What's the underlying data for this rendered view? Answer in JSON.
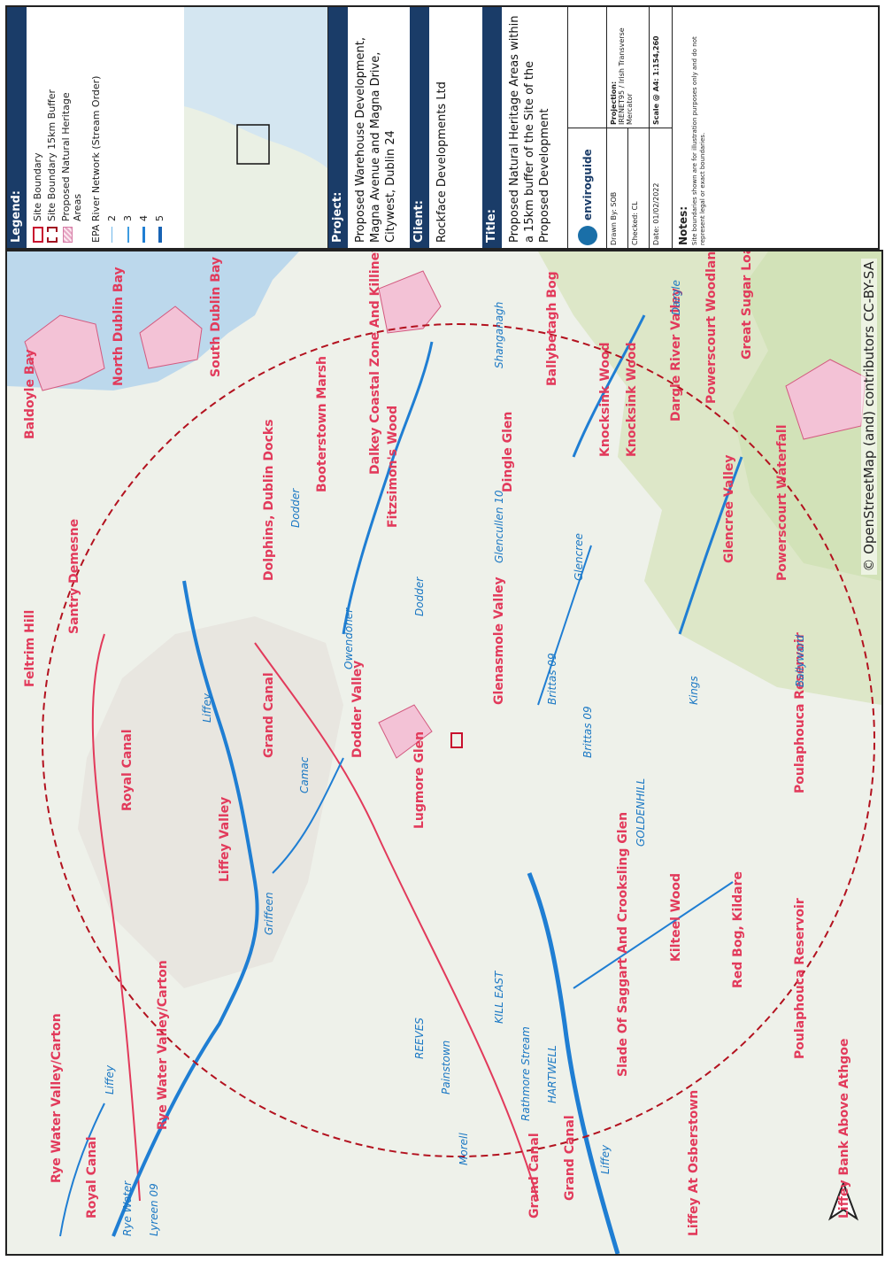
{
  "map": {
    "labels": {
      "rye_water_valley_carton_1": "Rye Water Valley/Carton",
      "rye_water_valley_carton_2": "Rye Water Valley/Carton",
      "royal_canal_1": "Royal Canal",
      "royal_canal_2": "Royal Canal",
      "liffey_valley": "Liffey Valley",
      "grand_canal_1": "Grand Canal",
      "grand_canal_2": "Grand Canal",
      "dodder_valley": "Dodder Valley",
      "lugmore_glen": "Lugmore Glen",
      "glenasmole_valley": "Glenasmole Valley",
      "dolphins_dublin_docks": "Dolphins, Dublin Docks",
      "booterstown_marsh": "Booterstown Marsh",
      "fitzsimons_wood": "Fitzsimon's Wood",
      "dalkey": "Dalkey Coastal Zone And Killiney Hill",
      "dingle_glen": "Dingle Glen",
      "ballybetagh_bog": "Ballybetagh Bog",
      "knocksink_wood": "Knocksink Wood",
      "kilmacanogue_wood": "Knocksink Wood",
      "dargle_river_valley": "Dargle River Valley",
      "powerscourt_woodland": "Powerscourt Woodland",
      "great_sugar_loaf": "Great Sugar Loaf",
      "powerscourt_waterfall": "Powerscourt Waterfall",
      "glencree_valley": "Glencree Valley",
      "santry_demesne": "Santry Demesne",
      "baldoyle_bay": "Baldoyle Bay",
      "north_dublin_bay": "North Dublin Bay",
      "south_dublin_bay": "South Dublin Bay",
      "slade_of_saggart": "Slade Of Saggart And Crooksling Glen",
      "kilteel_wood": "Kilteel Wood",
      "red_bog_kildare": "Red Bog, Kildare",
      "poulaphouca_reservoir_1": "Poulaphouca Reservoir",
      "poulaphouca_reservoir_2": "Poulaphouca Reservoir",
      "liffey_at_osberstown": "Liffey At Osberstown",
      "liffey_bank": "Liffey Bank Above Athgoe",
      "grand_canal_3": "Grand Canal",
      "portmarnock": "Feltrim Hill"
    },
    "rivers": {
      "rye_water": "Rye Water",
      "lyreen": "Lyreen 09",
      "liffey_1": "Liffey",
      "liffey_2": "Liffey",
      "liffey_3": "Liffey",
      "griffeen": "Griffeen",
      "camac": "Camac",
      "dodder_1": "Dodder",
      "dodder_2": "Dodder",
      "owendoher": "Owendoher",
      "bohernabreena": "Brittas 09",
      "glencullen": "Glencullen 10",
      "shanganagh": "Shanganagh",
      "glencree": "Glencree",
      "dargle": "Dargle",
      "kill_east": "KILL EAST",
      "reeves": "REEVES",
      "painestown": "Painstown",
      "morell": "Morell",
      "rathmore": "Rathmore Stream",
      "hartwell": "HARTWELL",
      "goldenhill": "GOLDENHILL",
      "brittas": "Brittas 09",
      "kings": "Kings",
      "ballyward": "Ballyward"
    },
    "attribution": "© OpenStreetMap (and) contributors CC-BY-SA",
    "colors": {
      "buffer": "#b3121f",
      "site": "#c8102e",
      "heritage": "#e23a5b",
      "river": "#1f7ed3",
      "sea": "#bcd8ec"
    }
  },
  "legend": {
    "heading": "Legend:",
    "site_boundary": "Site Boundary",
    "buffer": "Site Boundary 15km Buffer",
    "nha_line1": "Proposed Natural Heritage",
    "nha_line2": "Areas",
    "river_heading": "EPA River Network (Stream Order)",
    "river_orders": [
      "2",
      "3",
      "4",
      "5"
    ]
  },
  "project": {
    "heading": "Project:",
    "text": "Proposed Warehouse Development, Magna Avenue and Magna Drive, Citywest, Dublin 24"
  },
  "client": {
    "heading": "Client:",
    "text": "Rockface Developments Ltd"
  },
  "title": {
    "heading": "Title:",
    "text": "Proposed Natural Heritage Areas within a 15km buffer of the Site of the Proposed Development"
  },
  "info": {
    "company": "enviroguide",
    "drawn_by": "Drawn By: SOB",
    "checked": "Checked: CL",
    "date": "Date: 01/02/2022",
    "projection_label": "Projection:",
    "projection_value": "IRENET95 / Irish Transverse Mercator",
    "scale": "Scale @ A4: 1:154,260",
    "notes_heading": "Notes:",
    "notes_text": "Site boundaries shown are for illustration purposes only and do not represent legal or exact boundaries."
  }
}
